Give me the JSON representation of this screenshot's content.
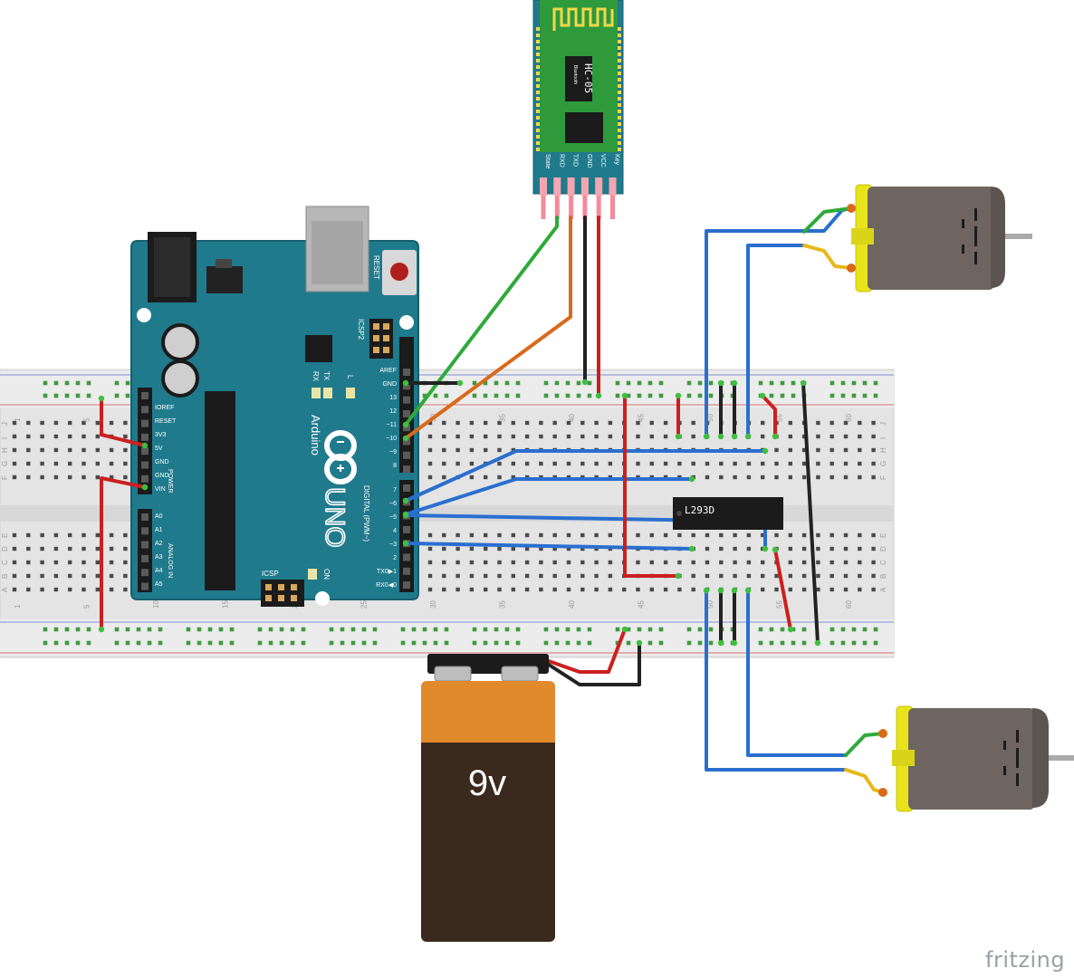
{
  "arduino": {
    "brand": "Arduino",
    "model": "UNO",
    "reset_label": "RESET",
    "icsp2_label": "ICSP2",
    "icsp_label": "ICSP",
    "tx_label": "TX",
    "rx_label": "RX",
    "l_label": "L",
    "on_label": "ON",
    "digital_label": "DIGITAL (PWM~)",
    "power_label": "POWER",
    "analog_label": "ANALOG IN",
    "power_pins": [
      "IOREF",
      "RESET",
      "3V3",
      "5V",
      "GND",
      "GND",
      "VIN"
    ],
    "analog_pins": [
      "A0",
      "A1",
      "A2",
      "A3",
      "A4",
      "A5"
    ],
    "digital_upper_pins": [
      "AREF",
      "GND",
      "13",
      "12",
      "~11",
      "~10",
      "~9",
      "8"
    ],
    "digital_lower_pins": [
      "7",
      "~6",
      "~5",
      "4",
      "~3",
      "2",
      "TX0▶1",
      "RX0◀0"
    ]
  },
  "bluetooth": {
    "name": "HC-05",
    "sub": "Bluetooth",
    "pins": [
      "State",
      "RXD",
      "TXD",
      "GND",
      "VCC",
      "Key"
    ]
  },
  "ic": {
    "label": "L293D"
  },
  "battery": {
    "label": "9v"
  },
  "breadboard": {
    "col_numbers": [
      "1",
      "5",
      "10",
      "15",
      "20",
      "25",
      "30",
      "35",
      "40",
      "45",
      "50",
      "55",
      "60"
    ],
    "row_letters_top": [
      "J",
      "I",
      "H",
      "G",
      "F"
    ],
    "row_letters_bottom": [
      "E",
      "D",
      "C",
      "B",
      "A"
    ]
  },
  "watermark": "fritzing",
  "colors": {
    "board": "#1f7a8c",
    "breadboard": "#e6e6e6",
    "wire_red": "#cc1f1f",
    "wire_blue": "#2a6fcf",
    "wire_black": "#222222",
    "wire_green": "#2eaa3a",
    "wire_orange": "#d86a1a",
    "motor_body": "#6e6561",
    "motor_cap": "#e8e41a"
  }
}
